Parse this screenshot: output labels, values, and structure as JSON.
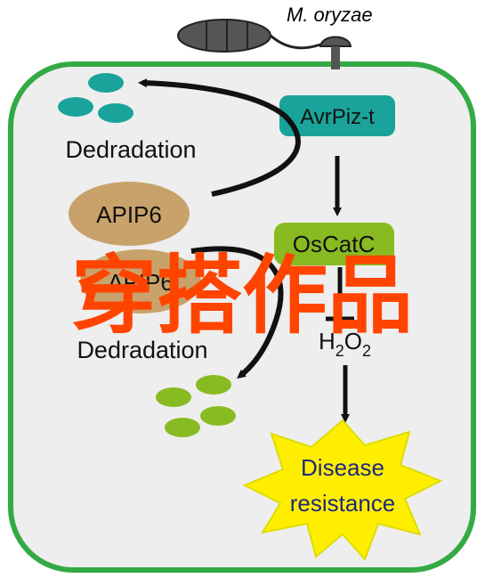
{
  "pathogen": {
    "name": "M. oryzae",
    "color": "#555555"
  },
  "cell": {
    "border_color": "#33aa44",
    "fill_color": "#eeeeee"
  },
  "effector": {
    "label": "AvrPiz-t",
    "color": "#1aa39b"
  },
  "catalase": {
    "label": "OsCatC",
    "color": "#88bb22"
  },
  "apip6_primary": {
    "label": "APIP6",
    "color": "#c8a26a"
  },
  "apip6_secondary": {
    "label": "APIP6",
    "color": "#c8a26a"
  },
  "degradation_top": {
    "label": "Dedradation",
    "dot_color": "#1aa39b"
  },
  "degradation_bottom": {
    "label": "Dedradation",
    "dot_color": "#88bb22"
  },
  "h2o2": {
    "base": "H",
    "sub1": "2",
    "mid": "O",
    "sub2": "2"
  },
  "outcome": {
    "line1": "Disease",
    "line2": "resistance",
    "burst_color": "#ffee00",
    "text_color": "#1f2a7a"
  },
  "watermark": {
    "text": "穿搭作品",
    "color": "#ff4400"
  },
  "arrow_color": "#111111"
}
